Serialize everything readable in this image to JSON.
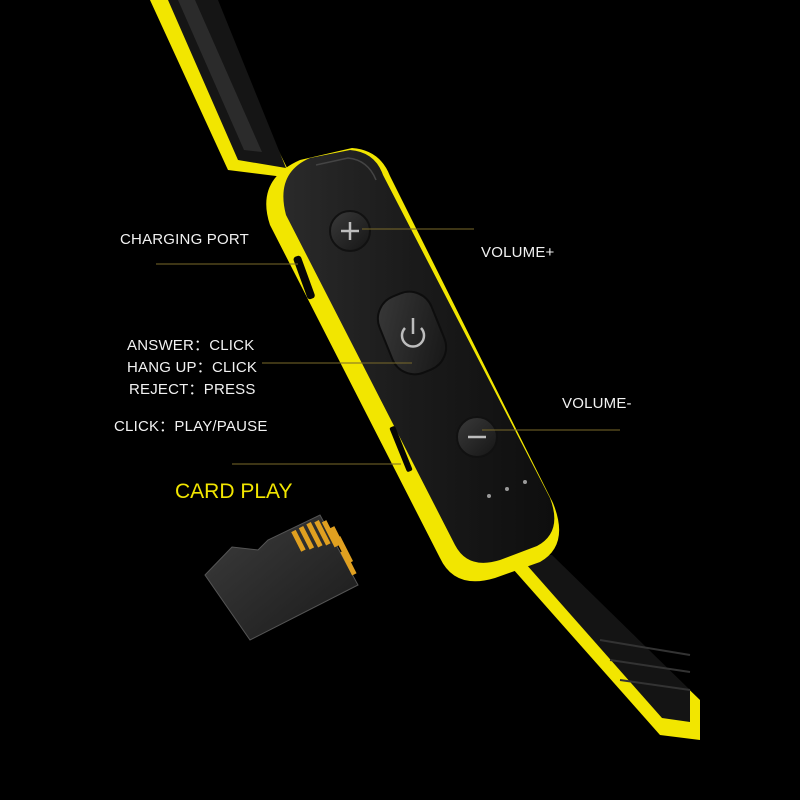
{
  "labels": {
    "charging_port": "CHARGING PORT",
    "volume_up": "VOLUME+",
    "answer": "ANSWER：CLICK",
    "hang_up": "HANG UP：CLICK",
    "reject": "REJECT：PRESS",
    "volume_down": "VOLUME-",
    "play_pause": "CLICK：PLAY/PAUSE",
    "card_play": "CARD PLAY"
  },
  "colors": {
    "background": "#000000",
    "accent_yellow": "#f2e600",
    "label_text": "#f2f2f2",
    "device_body": "#1c1c1c"
  },
  "icons": {
    "volume_up": "plus-icon",
    "power": "power-icon",
    "volume_down": "minus-icon"
  }
}
